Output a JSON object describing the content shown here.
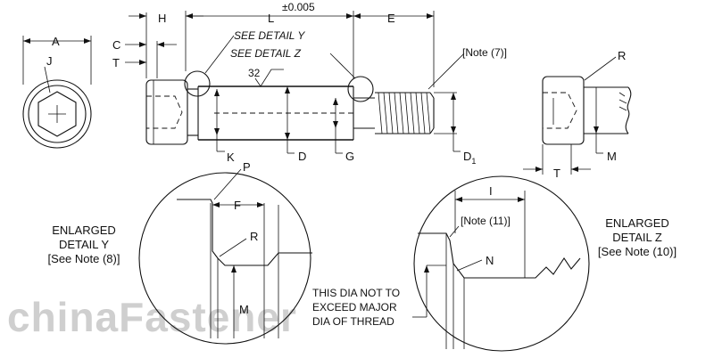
{
  "diagram": {
    "dimension_labels": {
      "A": "A",
      "J": "J",
      "C": "C",
      "T": "T",
      "H": "H",
      "L": "L",
      "tolerance": "±0.005",
      "E": "E",
      "K": "K",
      "D": "D",
      "G": "G",
      "D1": "D",
      "D1_sub": "1",
      "R": "R",
      "M": "M",
      "T2": "T",
      "P": "P",
      "F": "F",
      "R_y": "R",
      "M_y": "M",
      "I": "I",
      "N": "N",
      "finish": "32"
    },
    "callouts": {
      "see_detail_y": "SEE DETAIL Y",
      "see_detail_z": "SEE DETAIL Z",
      "note7": "[Note (7)]",
      "note11": "[Note (11)]",
      "dia_note_line1": "THIS DIA NOT TO",
      "dia_note_line2": "EXCEED MAJOR",
      "dia_note_line3": "DIA OF THREAD"
    },
    "detail_y": {
      "line1": "ENLARGED",
      "line2": "DETAIL Y",
      "line3": "[See Note (8)]"
    },
    "detail_z": {
      "line1": "ENLARGED",
      "line2": "DETAIL Z",
      "line3": "[See Note (10)]"
    },
    "watermark": "chinaFastener"
  }
}
